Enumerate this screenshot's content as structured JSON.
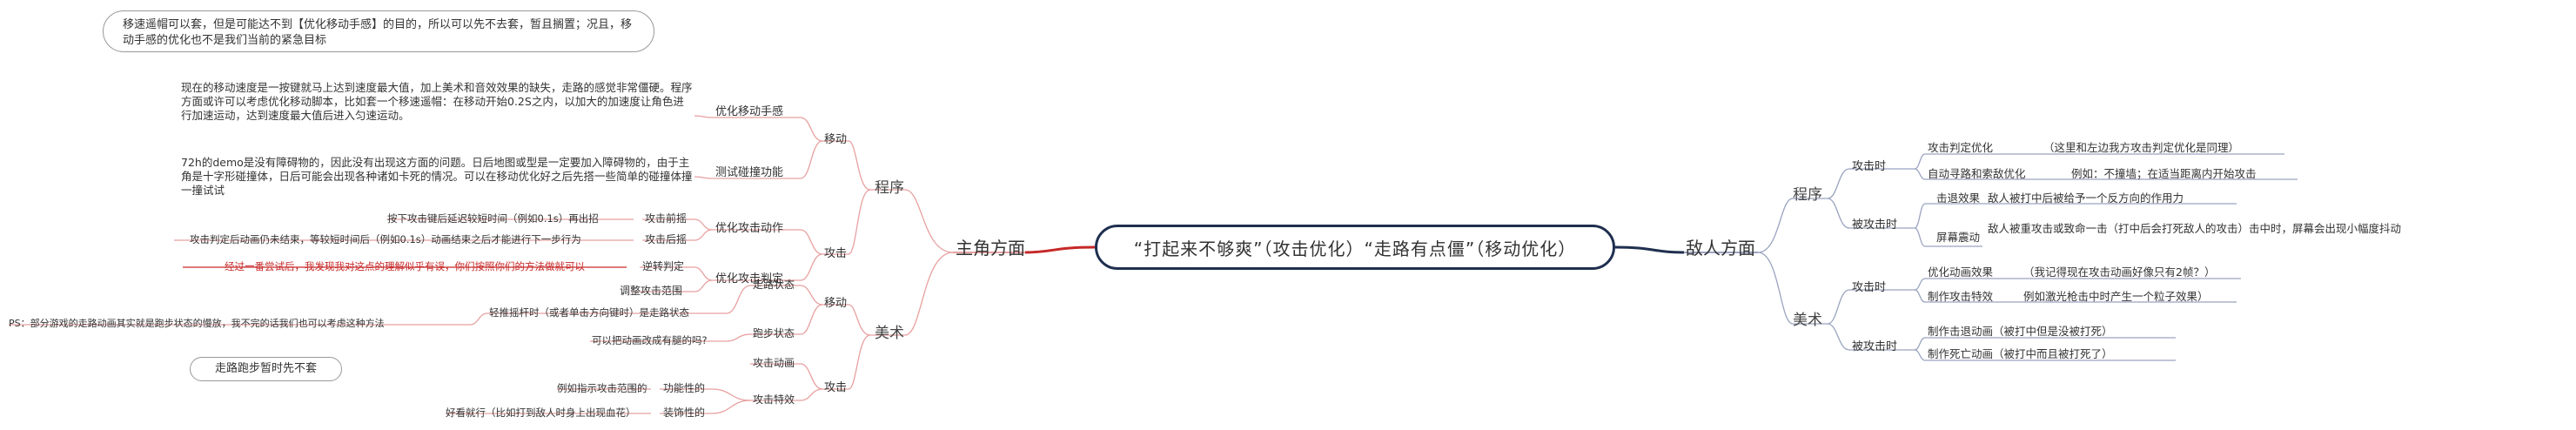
{
  "root": "“打起来不够爽”（攻击优化）“走路有点僵”（移动优化）",
  "left_main": "主角方面",
  "right_main": "敌人方面",
  "notes": {
    "top": "移速遥帽可以套，但是可能达不到【优化移动手感】的目的，所以可以先不去套，暂且搁置；况且，移动手感的优化也不是我们当前的紧急目标",
    "bottom": "走路跑步暂时先不套"
  },
  "left": {
    "program": {
      "label": "程序",
      "move": {
        "label": "移动",
        "feel": {
          "label": "优化移动手感",
          "desc": "现在的移动速度是一按键就马上达到速度最大值，加上美术和音效效果的缺失，走路的感觉非常僵硬。程序方面或许可以考虑优化移动脚本，比如套一个移速遥帽：在移动开始0.2S之内，以加大的加速度让角色进行加速运动，达到速度最大值后进入匀速运动。"
        },
        "collision": {
          "label": "测试碰撞功能",
          "desc": "72h的demo是没有障碍物的，因此没有出现这方面的问题。日后地图或型是一定要加入障碍物的，由于主角是十字形碰撞体，日后可能会出现各种诸如卡死的情况。可以在移动优化好之后先搭一些简单的碰撞体撞一撞试试"
        }
      },
      "attack": {
        "label": "攻击",
        "motion": {
          "label": "优化攻击动作",
          "front": "攻击前摇",
          "front_desc": "按下攻击键后延迟较短时间（例如0.1s）再出招",
          "back": "攻击后摇",
          "back_desc": "攻击判定后动画仍未结束，等较短时间后（例如0.1s）动画结束之后才能进行下一步行为"
        },
        "judge": {
          "label": "优化攻击判定",
          "reverse": "逆转判定",
          "reverse_desc": "经过一番尝试后，我发现我对这点的理解似乎有误，你们按照你们的方法做就可以",
          "range": "调整攻击范围"
        }
      }
    },
    "art": {
      "label": "美术",
      "move": {
        "label": "移动",
        "walk": "走路状态",
        "walk_desc": "轻推摇杆时（或者单击方向键时）是走路状态",
        "walk_note": "PS：部分游戏的走路动画其实就是跑步状态的慢放，我不完的话我们也可以考虑这种方法",
        "run": "跑步状态",
        "run_desc": "可以把动画改成有腿的吗?"
      },
      "attack": {
        "label": "攻击",
        "anim": "攻击动画",
        "fx": "攻击特效",
        "functional": "功能性的",
        "functional_desc": "例如指示攻击范围的",
        "decorative": "装饰性的",
        "decorative_desc": "好看就行（比如打到敌人时身上出现血花）"
      }
    }
  },
  "right": {
    "program": {
      "label": "程序",
      "on_attack": {
        "label": "攻击时",
        "judge": "攻击判定优化",
        "judge_desc": "（这里和左边我方攻击判定优化是同理）",
        "seek": "自动寻路和索敌优化",
        "seek_desc": "例如：不撞墙；在适当距离内开始攻击"
      },
      "on_hit": {
        "label": "被攻击时",
        "knockback": "击退效果",
        "knockback_desc": "敌人被打中后被给予一个反方向的作用力",
        "shake": "屏幕震动",
        "shake_desc": "敌人被重攻击或致命一击（打中后会打死敌人的攻击）击中时，屏幕会出现小幅度抖动"
      }
    },
    "art": {
      "label": "美术",
      "on_attack": {
        "label": "攻击时",
        "anim": "优化动画效果",
        "anim_desc": "（我记得现在攻击动画好像只有2帧？）",
        "fx": "制作攻击特效",
        "fx_desc": "例如激光枪击中时产生一个粒子效果）"
      },
      "on_hit": {
        "label": "被攻击时",
        "hurt": "制作击退动画（被打中但是没被打死）",
        "death": "制作死亡动画（被打中而且被打死了）"
      }
    }
  },
  "colors": {
    "left_branch": "#e8a0a0",
    "right_branch": "#9aa4c0",
    "root_border": "#1f2f4f",
    "red_text": "#c62828"
  }
}
